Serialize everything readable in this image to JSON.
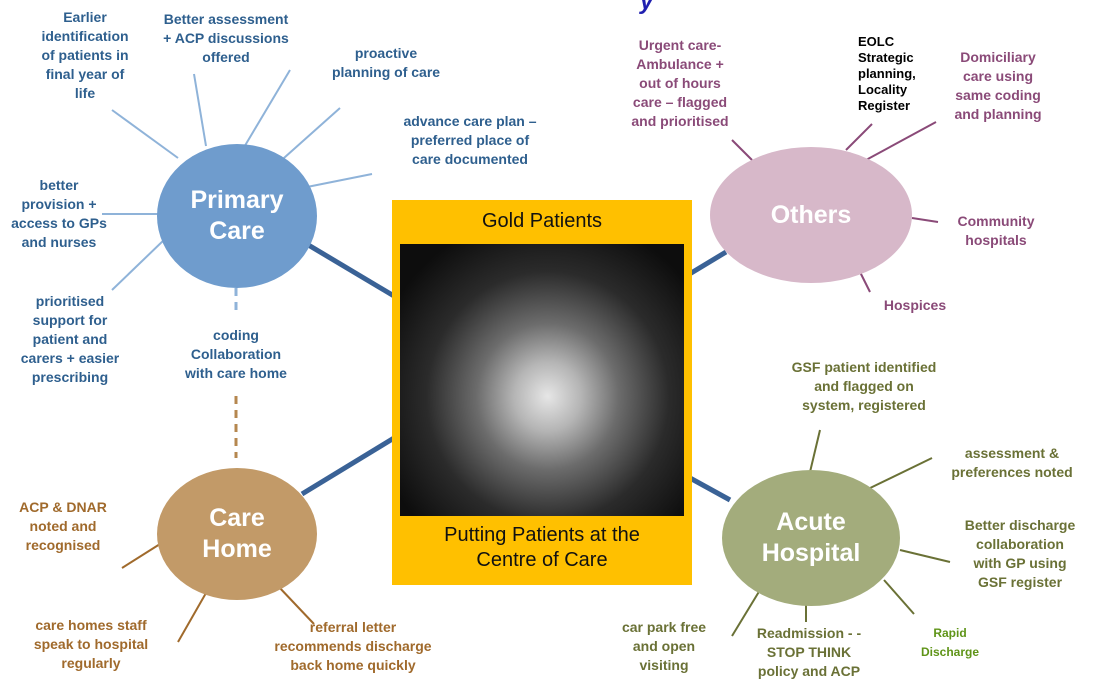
{
  "title_fragment": "y",
  "center": {
    "top": "Gold Patients",
    "bottom": "Putting Patients at the\nCentre of Care"
  },
  "hubs": {
    "primary": "Primary\nCare",
    "others": "Others",
    "care_home": "Care\nHome",
    "acute": "Acute\nHospital"
  },
  "primary_care": {
    "earlier": "Earlier\nidentification\nof patients in\nfinal year of\nlife",
    "assessment": "Better assessment\n+ ACP discussions\noffered",
    "proactive": "proactive\nplanning of care",
    "acp": "advance care plan –\npreferred place of\ncare documented",
    "provision": "better\nprovision +\naccess to GPs\nand nurses",
    "support": "prioritised\nsupport for\npatient and\ncarers + easier\nprescribing"
  },
  "coding": "coding\nCollaboration\nwith care home",
  "others": {
    "urgent": "Urgent care-\nAmbulance +\nout of hours\ncare – flagged\nand prioritised",
    "eolc": "EOLC\nStrategic\nplanning,\nLocality\nRegister",
    "domiciliary": "Domiciliary\ncare using\nsame coding\nand planning",
    "community": "Community\nhospitals",
    "hospices": "Hospices"
  },
  "acute": {
    "gsf": "GSF patient identified\nand flagged on\nsystem, registered",
    "assessment": "assessment &\npreferences noted",
    "discharge": "Better discharge\ncollaboration\nwith GP using\nGSF register",
    "rapid": "Rapid\nDischarge",
    "readmission": "Readmission - -\nSTOP THINK\npolicy and ACP",
    "carpark": "car park free\nand open\nvisiting"
  },
  "care_home": {
    "acp": "ACP & DNAR\nnoted and\nrecognised",
    "staff": "care homes staff\nspeak to hospital\nregularly",
    "referral": "referral letter\nrecommends discharge\nback home quickly"
  },
  "colors": {
    "primary": "#6f9ccd",
    "primary_text": "#2e5f8e",
    "others": "#d7b8c9",
    "others_text": "#8a4a78",
    "acute": "#a3ac7c",
    "acute_text": "#6a7136",
    "care_home": "#c29a68",
    "care_home_text": "#a06a2c",
    "connector": "#3a6296",
    "center": "#ffc000"
  }
}
